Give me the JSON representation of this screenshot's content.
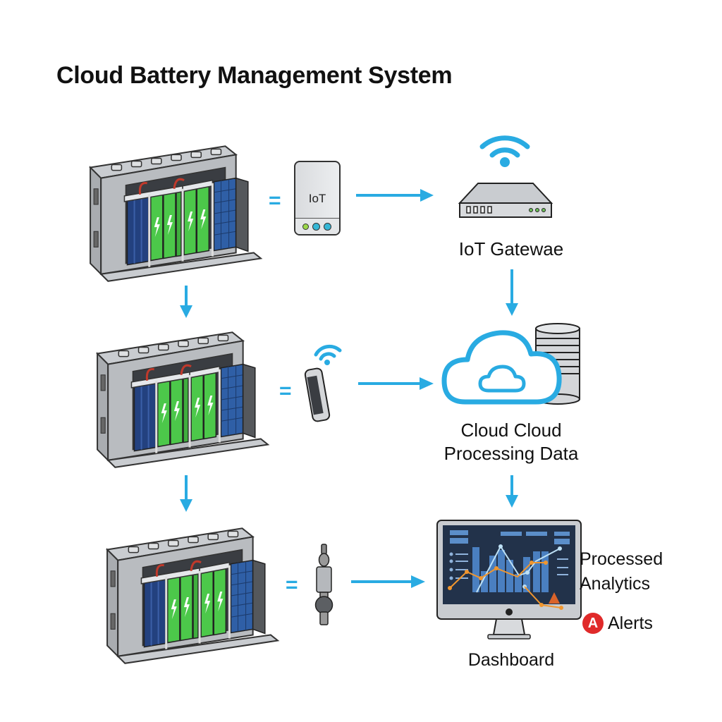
{
  "title": "Cloud Battery Management System",
  "colors": {
    "accent": "#29abe2",
    "battery_green": "#4cc84a",
    "battery_blue": "#23417f",
    "rack_gray": "#b9bcc0",
    "outline": "#333333",
    "alert_red": "#e02a2a",
    "chart_orange": "#f0962f",
    "screen_bg": "#22324a"
  },
  "battery_racks": [
    {
      "id": "rack-1",
      "link_symbol": "="
    },
    {
      "id": "rack-2",
      "link_symbol": "="
    },
    {
      "id": "rack-3",
      "link_symbol": "="
    }
  ],
  "devices": {
    "iot_module": {
      "label": "IoT",
      "icon": "iot-module-icon"
    },
    "wireless_sensor": {
      "icon": "wireless-sensor-icon"
    },
    "probe_sensor": {
      "icon": "probe-sensor-icon"
    }
  },
  "nodes": {
    "gateway": {
      "label": "IoT Gatewae",
      "icon": "router-icon"
    },
    "cloud": {
      "label_line1": "Cloud Cloud",
      "label_line2": "Processing Data",
      "icon": "cloud-icon"
    },
    "dashboard": {
      "label": "Dashboard",
      "icon": "monitor-icon"
    }
  },
  "annotations": {
    "analytics_line1": "Processed",
    "analytics_line2": "Analytics",
    "alerts": "Alerts",
    "alert_icon_glyph": "A"
  }
}
